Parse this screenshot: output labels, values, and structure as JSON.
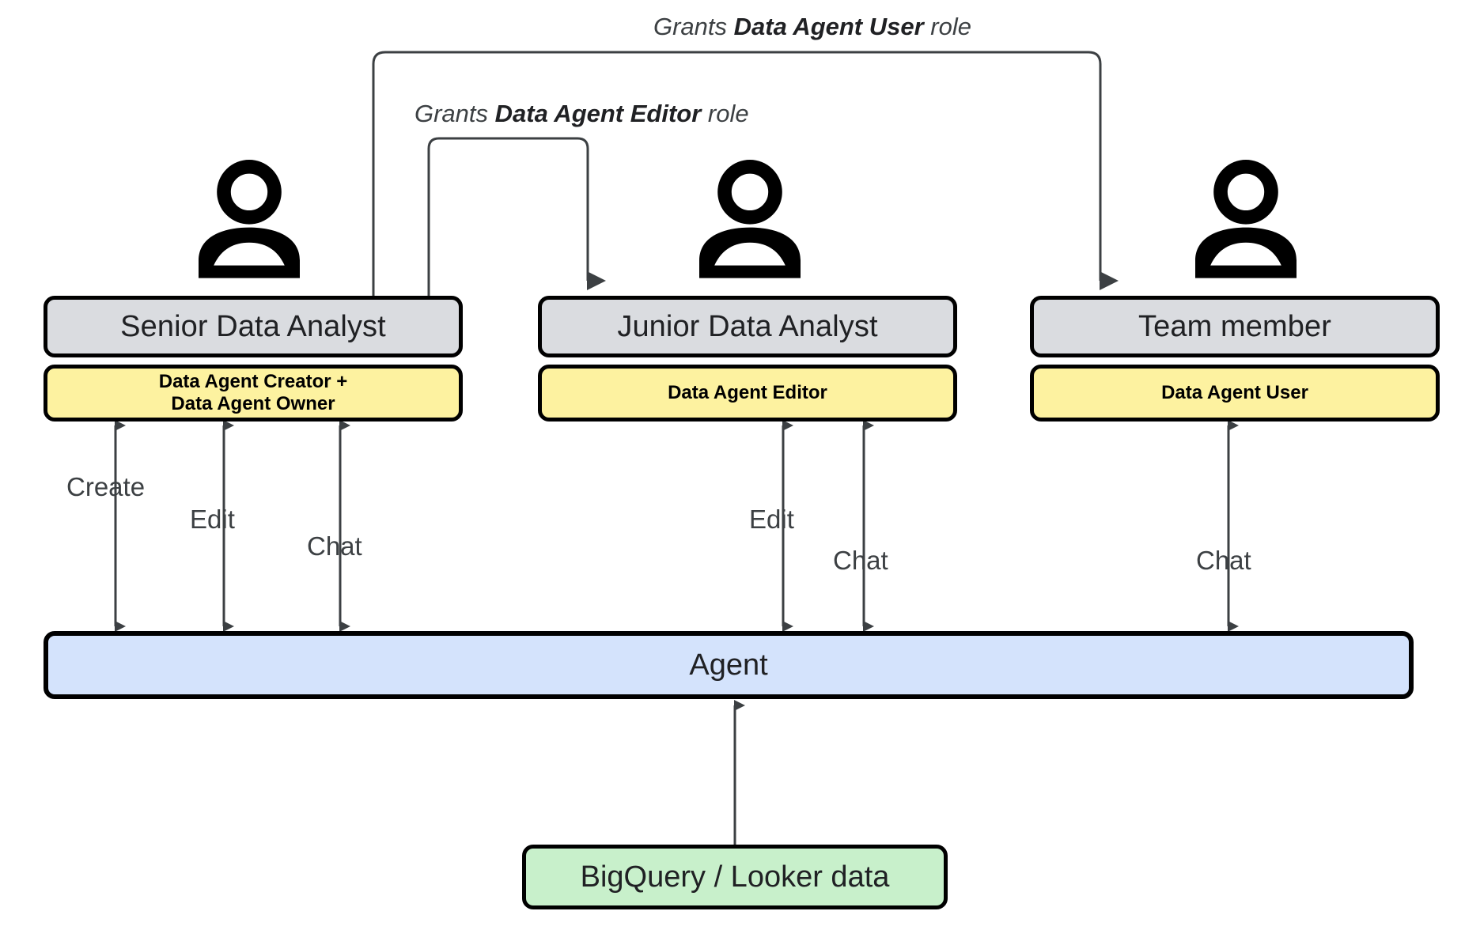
{
  "diagram": {
    "title": "Data Agent role permissions diagram",
    "colors": {
      "card_title_bg": "#dadce0",
      "card_role_bg": "#fdf2a0",
      "agent_bg": "#d4e3fc",
      "data_bg": "#c8f0cb",
      "stroke": "#000000",
      "connector": "#3c4043"
    }
  },
  "grants": [
    {
      "id": "grant-user",
      "prefix": "Grants ",
      "role": "Data Agent User",
      "suffix": " role"
    },
    {
      "id": "grant-editor",
      "prefix": "Grants ",
      "role": "Data Agent Editor",
      "suffix": " role"
    }
  ],
  "personas": [
    {
      "id": "senior-data-analyst",
      "title": "Senior Data Analyst",
      "role_line1": "Data Agent Creator +",
      "role_line2": "Data Agent Owner",
      "icon": "person-icon"
    },
    {
      "id": "junior-data-analyst",
      "title": "Junior Data Analyst",
      "role_line1": "Data Agent Editor",
      "role_line2": "",
      "icon": "person-icon"
    },
    {
      "id": "team-member",
      "title": "Team member",
      "role_line1": "Data Agent User",
      "role_line2": "",
      "icon": "person-icon"
    }
  ],
  "actions": {
    "senior": [
      "Create",
      "Edit",
      "Chat"
    ],
    "junior": [
      "Edit",
      "Chat"
    ],
    "team": [
      "Chat"
    ]
  },
  "agent": {
    "label": "Agent"
  },
  "datasource": {
    "label": "BigQuery / Looker data"
  }
}
